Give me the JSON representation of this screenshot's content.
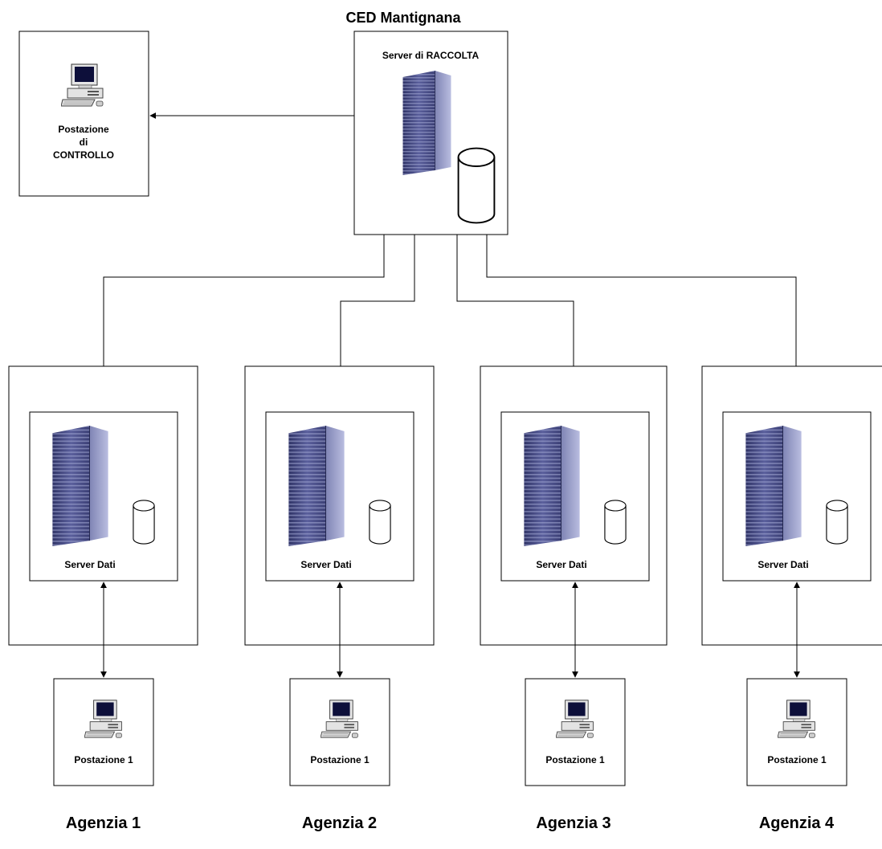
{
  "title": "CED Mantignana",
  "central_server": {
    "label": "Server di RACCOLTA",
    "icon": "server-tower-icon",
    "storage_icon": "database-cylinder-icon"
  },
  "control_station": {
    "label_lines": [
      "Postazione",
      "di",
      "CONTROLLO"
    ],
    "icon": "workstation-icon"
  },
  "agencies": [
    {
      "name": "Agenzia 1",
      "server_label": "Server Dati",
      "workstation_label": "Postazione 1"
    },
    {
      "name": "Agenzia 2",
      "server_label": "Server Dati",
      "workstation_label": "Postazione 1"
    },
    {
      "name": "Agenzia 3",
      "server_label": "Server Dati",
      "workstation_label": "Postazione 1"
    },
    {
      "name": "Agenzia 4",
      "server_label": "Server Dati",
      "workstation_label": "Postazione 1"
    }
  ],
  "colors": {
    "server_body": "#4a4f88",
    "server_stripe": "#9aa0cc",
    "line": "#000000"
  }
}
